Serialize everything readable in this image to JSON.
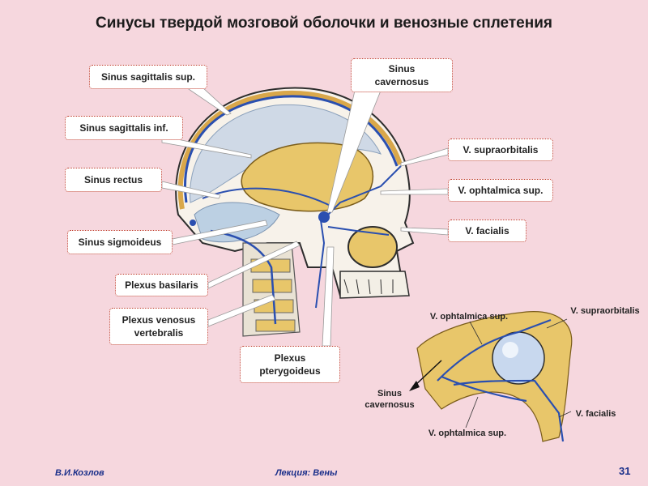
{
  "title": "Синусы твердой мозговой оболочки и венозные сплетения",
  "labels": {
    "sagittalis_sup": "Sinus sagittalis sup.",
    "sagittalis_inf": "Sinus sagittalis inf.",
    "rectus": "Sinus rectus",
    "sigmoideus": "Sinus sigmoideus",
    "plexus_basilaris": "Plexus basilaris",
    "plexus_vertebralis": "Plexus venosus\nvertebralis",
    "plexus_pterygoideus": "Plexus\npterygoideus",
    "cavernosus": "Sinus\ncavernosus",
    "supraorbitalis": "V. supraorbitalis",
    "ophtalmica_sup": "V. ophtalmica sup.",
    "facialis": "V. facialis"
  },
  "inset_labels": {
    "ophtalmica_sup_top": "V. ophtalmica sup.",
    "supraorbitalis": "V. supraorbitalis",
    "cavernosus": "Sinus\ncavernosus",
    "facialis": "V. facialis",
    "ophtalmica_sup_bottom": "V. ophtalmica sup."
  },
  "footer": {
    "author": "В.И.Козлов",
    "lecture": "Лекция:  Вены",
    "page": "31"
  },
  "colors": {
    "background": "#f6d7de",
    "callout_border": "#c0392b",
    "footer_text": "#1a2f8a",
    "bone": "#e8c66a",
    "vein": "#2a4fb0"
  }
}
